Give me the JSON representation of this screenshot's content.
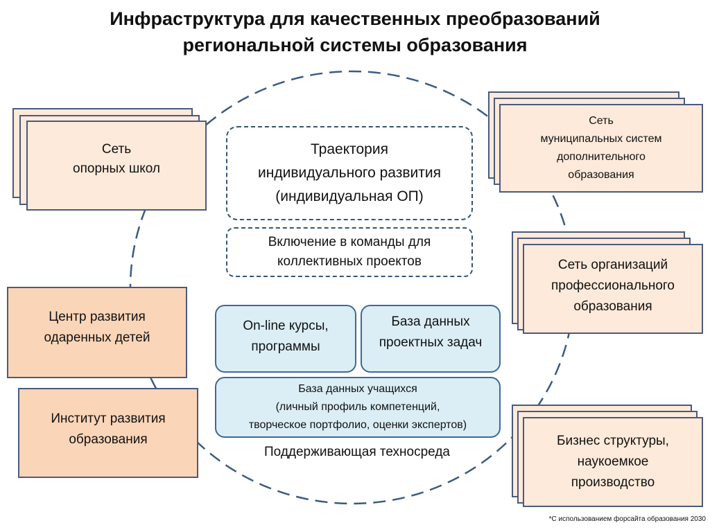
{
  "title": {
    "line1": "Инфраструктура для качественных преобразований",
    "line2": "региональной системы образования"
  },
  "left_boxes": {
    "network_schools": "Сеть\nопорных школ",
    "gifted_center": "Центр развития\nодаренных детей",
    "institute": "Институт развития\nобразования"
  },
  "right_boxes": {
    "municipal": "Сеть\nмуниципальных систем\nдополнительного\nобразования",
    "professional": "Сеть организаций\nпрофессионального\nобразования",
    "business": "Бизнес структуры,\nнаукоемкое\nпроизводство"
  },
  "center": {
    "trajectory": "Траектория\nиндивидуального развития\n(индивидуальная ОП)",
    "teams": "Включение в команды для\nколлективных проектов",
    "online": "On-line курсы,\nпрограммы",
    "projects_db": "База данных\nпроектных задач",
    "students_db": "База данных учащихся\n(личный профиль компетенций,\nтворческое портфолио, оценки экспертов)",
    "caption": "Поддерживающая техносреда"
  },
  "footnote": "*С использованием форсайта образования 2030",
  "colors": {
    "border": "#4a5a7c",
    "peach": "#fdeada",
    "orange": "#fbd5b8",
    "blue_fill": "#dbeef5",
    "blue_border": "#3b6a98",
    "circle": "#3c5a82"
  }
}
